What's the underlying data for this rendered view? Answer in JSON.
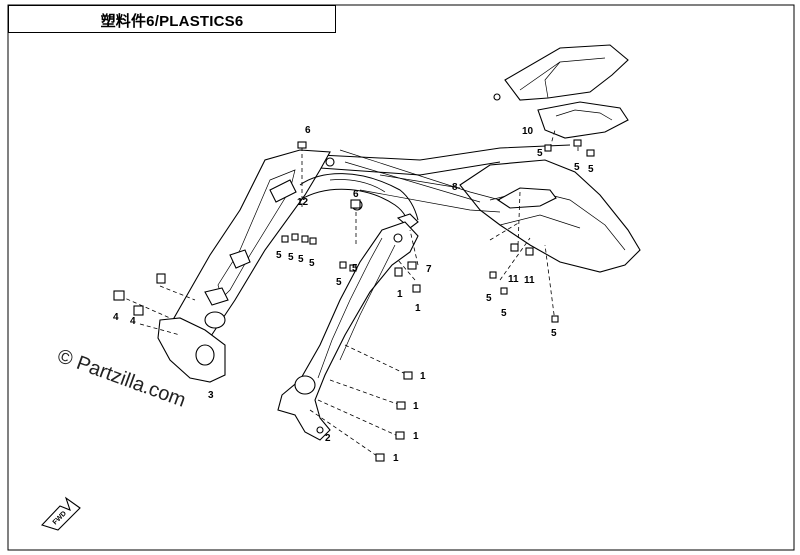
{
  "title": "塑料件6/PLASTICS6",
  "watermark": "© Partzilla.com",
  "callouts": {
    "c1a": "1",
    "c1b": "1",
    "c1c": "1",
    "c1d": "1",
    "c1e": "1",
    "c1f": "1",
    "c2": "2",
    "c3": "3",
    "c4a": "4",
    "c4b": "4",
    "c5a": "5",
    "c5b": "5",
    "c5c": "5",
    "c5d": "5",
    "c5e": "5",
    "c5f": "5",
    "c5g": "5",
    "c5h": "5",
    "c5i": "5",
    "c6a": "6",
    "c6b": "6",
    "c7": "7",
    "c8": "8",
    "c10": "10",
    "c11a": "11",
    "c11b": "11",
    "c12": "12"
  },
  "fwd_label": "FWD"
}
